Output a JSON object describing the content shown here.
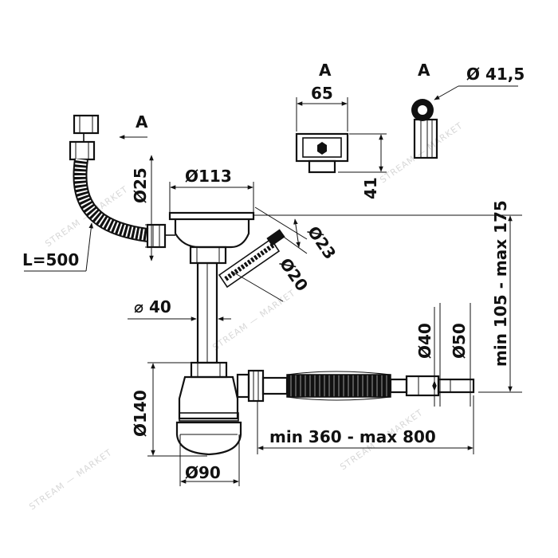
{
  "diagram": {
    "view_label_1": "A",
    "view_label_2": "A",
    "arrow_label": "A",
    "dims": {
      "d41_5": "Ø 41,5",
      "w65": "65",
      "h41": "41",
      "d25": "Ø25",
      "d113": "Ø113",
      "height_range": "min 105 - max 175",
      "d23": "Ø23",
      "d20": "Ø20",
      "hose_len": "L=500",
      "d40_vertical": "⌀ 40",
      "d40_side": "Ø40",
      "d50_side": "Ø50",
      "d140": "Ø140",
      "d90": "Ø90",
      "length_range": "min 360 - max 800"
    },
    "watermark": "STREAM — MARKET"
  }
}
